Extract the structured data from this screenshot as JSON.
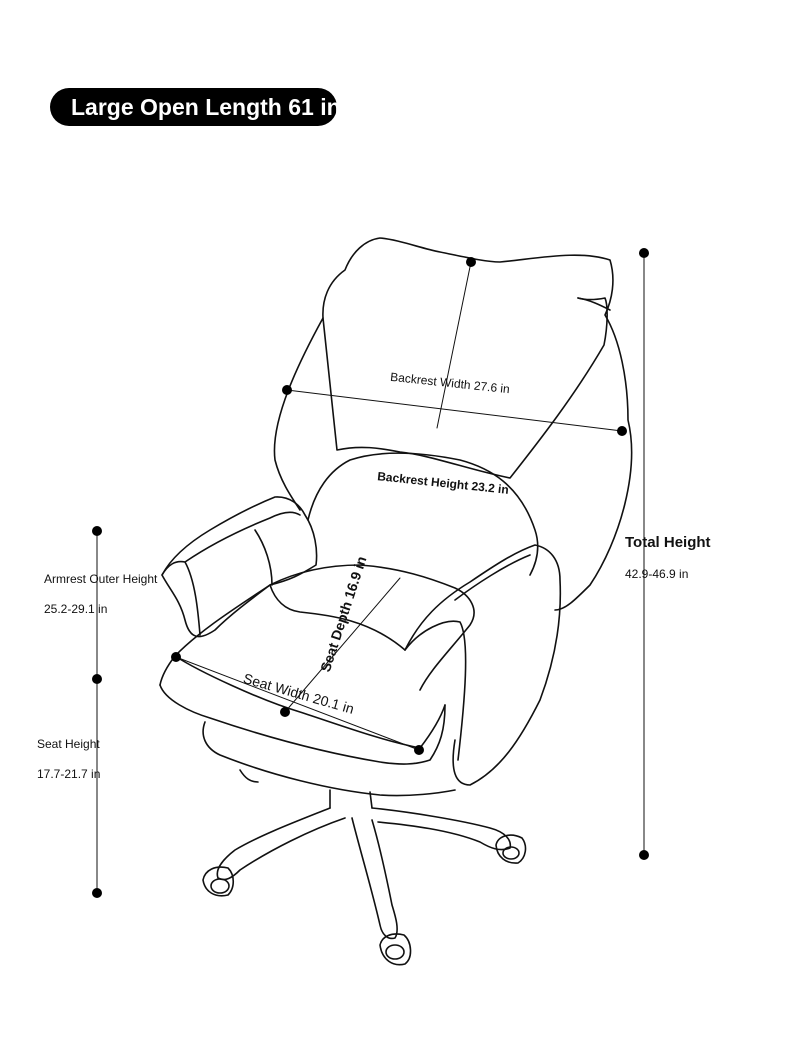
{
  "banner": {
    "text": "Large Open Length 61 in"
  },
  "dimensions": {
    "backrest_width": "Backrest Width 27.6 in",
    "backrest_height": "Backrest Height 23.2 in",
    "seat_depth": "Seat Depth 16.9 in",
    "seat_width": "Seat Width 20.1 in",
    "armrest_title": "Armrest Outer Height",
    "armrest_value": "25.2-29.1 in",
    "seat_height_title": "Seat Height",
    "seat_height_value": "17.7-21.7 in",
    "total_height_title": "Total Height",
    "total_height_value": "42.9-46.9 in"
  },
  "colors": {
    "ink": "#111111",
    "banner_bg": "#000000",
    "banner_text": "#ffffff"
  }
}
